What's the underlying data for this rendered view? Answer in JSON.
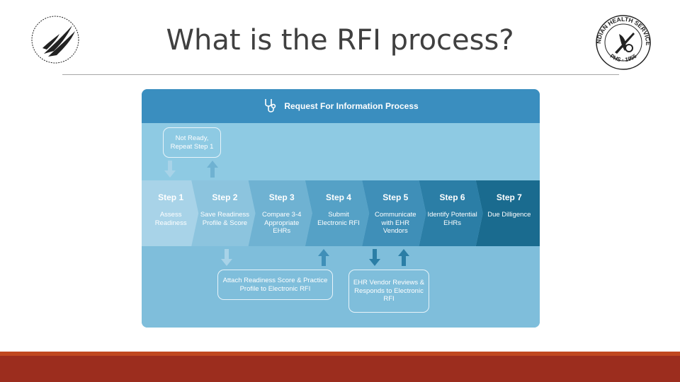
{
  "slide": {
    "title": "What is the RFI process?"
  },
  "diagram": {
    "title": "Request For Information Process",
    "steps": [
      {
        "label": "Step 1",
        "desc": "Assess Readiness",
        "color": "#a8d3e8"
      },
      {
        "label": "Step 2",
        "desc": "Save Readiness Profile & Score",
        "color": "#8cc4de"
      },
      {
        "label": "Step 3",
        "desc": "Compare 3-4 Appropriate EHRs",
        "color": "#6fb2d2"
      },
      {
        "label": "Step 4",
        "desc": "Submit Electronic RFI",
        "color": "#55a1c6"
      },
      {
        "label": "Step 5",
        "desc": "Communicate with EHR Vendors",
        "color": "#3f8fb8"
      },
      {
        "label": "Step 6",
        "desc": "Identify Potential EHRs",
        "color": "#2b7ea6"
      },
      {
        "label": "Step 7",
        "desc": "Due Dilligence",
        "color": "#1a6b8f"
      }
    ],
    "callouts": {
      "not_ready": "Not Ready, Repeat Step 1",
      "attach": "Attach Readiness Score & Practice Profile to Electronic RFI",
      "vendor": "EHR Vendor Reviews & Responds to Electronic RFI"
    }
  },
  "icons": {
    "left_logo": "hhs-eagle-logo-icon",
    "right_logo": "indian-health-service-seal-icon",
    "stethoscope": "stethoscope-icon"
  },
  "seal": {
    "text_top": "INDIAN HEALTH SERVICE",
    "text_bottom": "PHS · 1955"
  }
}
